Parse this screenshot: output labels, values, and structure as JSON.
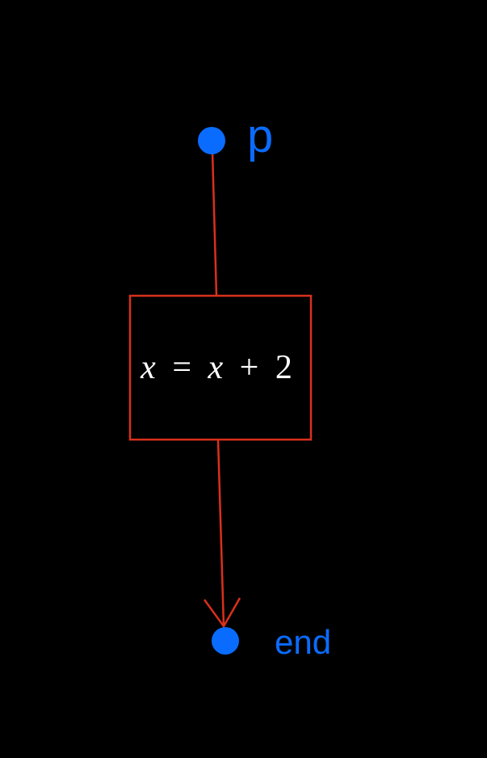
{
  "diagram": {
    "start_node": {
      "label": "p"
    },
    "process_box": {
      "expression": {
        "var1": "x",
        "eq": "=",
        "var2": "x",
        "op": "+",
        "num": "2"
      }
    },
    "end_node": {
      "label": "end"
    }
  },
  "colors": {
    "background": "#000000",
    "node": "#0a6cff",
    "edge": "#d9301c",
    "box_border": "#d9301c",
    "expression_text": "#ffffff"
  }
}
